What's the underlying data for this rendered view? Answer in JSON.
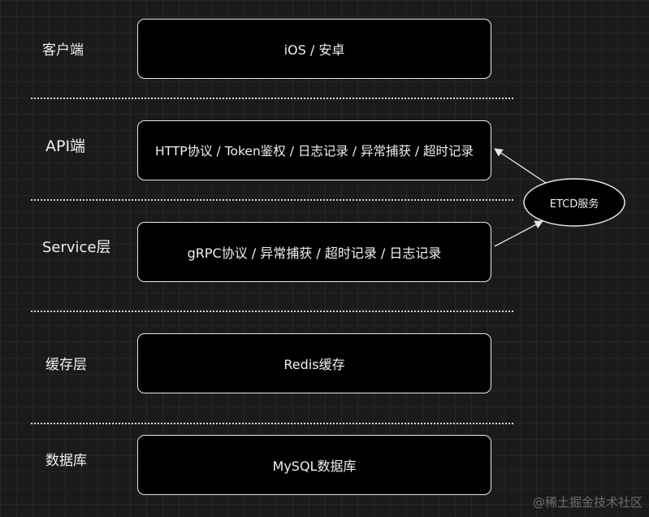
{
  "layers": {
    "client": {
      "label": "客户端",
      "box": "iOS / 安卓"
    },
    "api": {
      "label": "API端",
      "box": "HTTP协议 / Token鉴权 / 日志记录 / 异常捕获 / 超时记录"
    },
    "service": {
      "label": "Service层",
      "box": "gRPC协议 / 异常捕获 / 超时记录 / 日志记录"
    },
    "cache": {
      "label": "缓存层",
      "box": "Redis缓存"
    },
    "database": {
      "label": "数据库",
      "box": "MySQL数据库"
    }
  },
  "etcd": {
    "label": "ETCD服务"
  },
  "watermark": "@稀土掘金技术社区",
  "colors": {
    "background": "#1a1a1a",
    "box_fill": "#000000",
    "stroke": "#e8e8e8",
    "text": "#f0f0f0"
  }
}
